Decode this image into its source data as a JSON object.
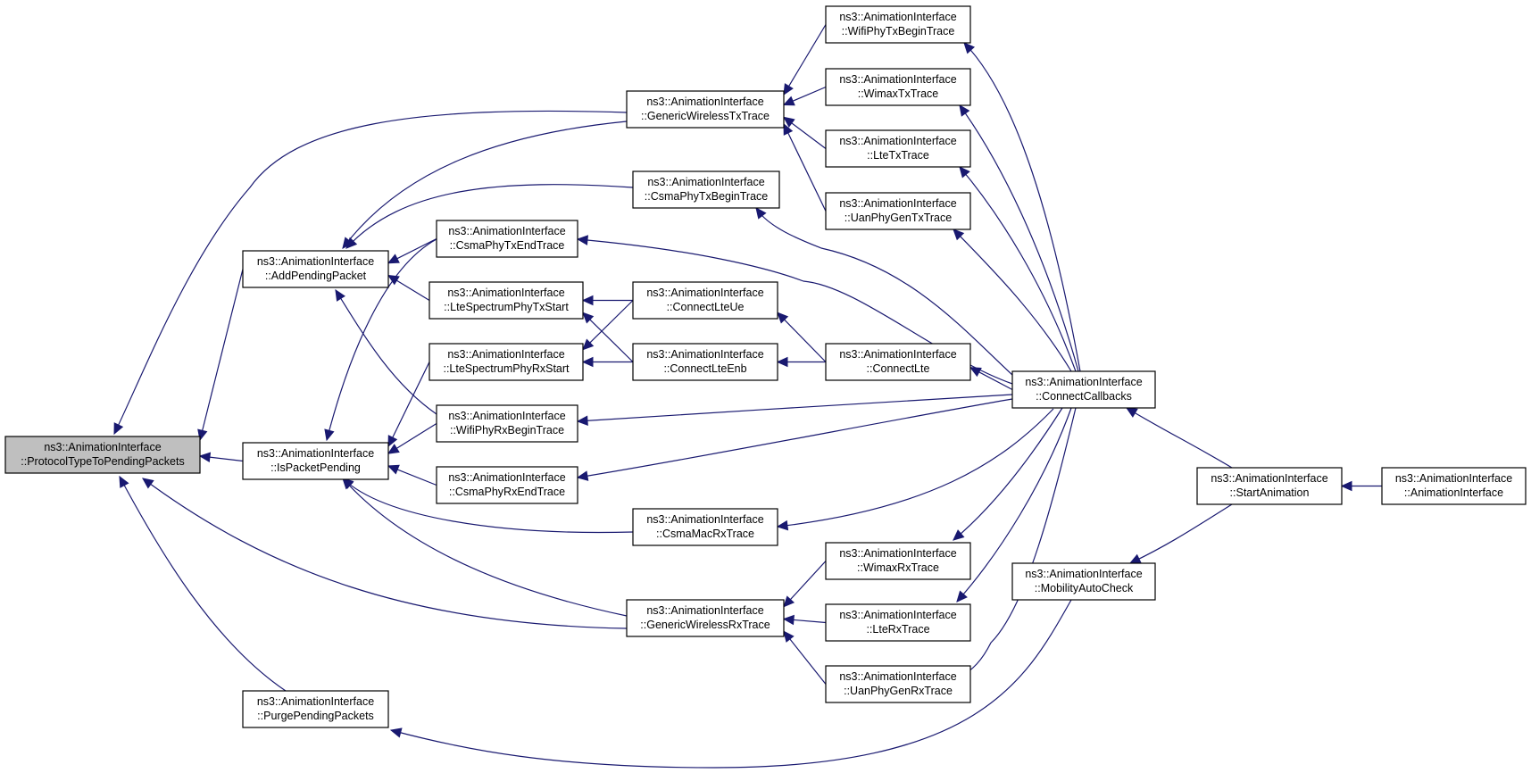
{
  "graph": {
    "edge_color": "#191970",
    "root_fill": "#bfbfbf",
    "nodes": [
      {
        "id": "ProtocolTypeToPendingPackets",
        "line1": "ns3::AnimationInterface",
        "line2": "::ProtocolTypeToPendingPackets",
        "root": true
      },
      {
        "id": "AddPendingPacket",
        "line1": "ns3::AnimationInterface",
        "line2": "::AddPendingPacket"
      },
      {
        "id": "IsPacketPending",
        "line1": "ns3::AnimationInterface",
        "line2": "::IsPacketPending"
      },
      {
        "id": "PurgePendingPackets",
        "line1": "ns3::AnimationInterface",
        "line2": "::PurgePendingPackets"
      },
      {
        "id": "CsmaPhyTxEndTrace",
        "line1": "ns3::AnimationInterface",
        "line2": "::CsmaPhyTxEndTrace"
      },
      {
        "id": "LteSpectrumPhyTxStart",
        "line1": "ns3::AnimationInterface",
        "line2": "::LteSpectrumPhyTxStart"
      },
      {
        "id": "LteSpectrumPhyRxStart",
        "line1": "ns3::AnimationInterface",
        "line2": "::LteSpectrumPhyRxStart"
      },
      {
        "id": "WifiPhyRxBeginTrace",
        "line1": "ns3::AnimationInterface",
        "line2": "::WifiPhyRxBeginTrace"
      },
      {
        "id": "CsmaPhyRxEndTrace",
        "line1": "ns3::AnimationInterface",
        "line2": "::CsmaPhyRxEndTrace"
      },
      {
        "id": "GenericWirelessTxTrace",
        "line1": "ns3::AnimationInterface",
        "line2": "::GenericWirelessTxTrace"
      },
      {
        "id": "CsmaPhyTxBeginTrace",
        "line1": "ns3::AnimationInterface",
        "line2": "::CsmaPhyTxBeginTrace"
      },
      {
        "id": "ConnectLteUe",
        "line1": "ns3::AnimationInterface",
        "line2": "::ConnectLteUe"
      },
      {
        "id": "ConnectLteEnb",
        "line1": "ns3::AnimationInterface",
        "line2": "::ConnectLteEnb"
      },
      {
        "id": "CsmaMacRxTrace",
        "line1": "ns3::AnimationInterface",
        "line2": "::CsmaMacRxTrace"
      },
      {
        "id": "GenericWirelessRxTrace",
        "line1": "ns3::AnimationInterface",
        "line2": "::GenericWirelessRxTrace"
      },
      {
        "id": "WifiPhyTxBeginTrace",
        "line1": "ns3::AnimationInterface",
        "line2": "::WifiPhyTxBeginTrace"
      },
      {
        "id": "WimaxTxTrace",
        "line1": "ns3::AnimationInterface",
        "line2": "::WimaxTxTrace"
      },
      {
        "id": "LteTxTrace",
        "line1": "ns3::AnimationInterface",
        "line2": "::LteTxTrace"
      },
      {
        "id": "UanPhyGenTxTrace",
        "line1": "ns3::AnimationInterface",
        "line2": "::UanPhyGenTxTrace"
      },
      {
        "id": "ConnectLte",
        "line1": "ns3::AnimationInterface",
        "line2": "::ConnectLte"
      },
      {
        "id": "WimaxRxTrace",
        "line1": "ns3::AnimationInterface",
        "line2": "::WimaxRxTrace"
      },
      {
        "id": "LteRxTrace",
        "line1": "ns3::AnimationInterface",
        "line2": "::LteRxTrace"
      },
      {
        "id": "UanPhyGenRxTrace",
        "line1": "ns3::AnimationInterface",
        "line2": "::UanPhyGenRxTrace"
      },
      {
        "id": "ConnectCallbacks",
        "line1": "ns3::AnimationInterface",
        "line2": "::ConnectCallbacks"
      },
      {
        "id": "MobilityAutoCheck",
        "line1": "ns3::AnimationInterface",
        "line2": "::MobilityAutoCheck"
      },
      {
        "id": "StartAnimation",
        "line1": "ns3::AnimationInterface",
        "line2": "::StartAnimation"
      },
      {
        "id": "AnimationInterface",
        "line1": "ns3::AnimationInterface",
        "line2": "::AnimationInterface"
      }
    ],
    "edges": [
      {
        "from": "AddPendingPacket",
        "to": "ProtocolTypeToPendingPackets"
      },
      {
        "from": "IsPacketPending",
        "to": "ProtocolTypeToPendingPackets"
      },
      {
        "from": "PurgePendingPackets",
        "to": "ProtocolTypeToPendingPackets"
      },
      {
        "from": "GenericWirelessTxTrace",
        "to": "ProtocolTypeToPendingPackets"
      },
      {
        "from": "GenericWirelessRxTrace",
        "to": "ProtocolTypeToPendingPackets"
      },
      {
        "from": "CsmaPhyTxEndTrace",
        "to": "AddPendingPacket"
      },
      {
        "from": "LteSpectrumPhyTxStart",
        "to": "AddPendingPacket"
      },
      {
        "from": "WifiPhyRxBeginTrace",
        "to": "AddPendingPacket"
      },
      {
        "from": "GenericWirelessTxTrace",
        "to": "AddPendingPacket"
      },
      {
        "from": "CsmaPhyTxBeginTrace",
        "to": "AddPendingPacket"
      },
      {
        "from": "CsmaPhyTxEndTrace",
        "to": "IsPacketPending"
      },
      {
        "from": "LteSpectrumPhyRxStart",
        "to": "IsPacketPending"
      },
      {
        "from": "WifiPhyRxBeginTrace",
        "to": "IsPacketPending"
      },
      {
        "from": "CsmaPhyRxEndTrace",
        "to": "IsPacketPending"
      },
      {
        "from": "CsmaMacRxTrace",
        "to": "IsPacketPending"
      },
      {
        "from": "GenericWirelessRxTrace",
        "to": "IsPacketPending"
      },
      {
        "from": "MobilityAutoCheck",
        "to": "PurgePendingPackets"
      },
      {
        "from": "ConnectLteUe",
        "to": "LteSpectrumPhyTxStart"
      },
      {
        "from": "ConnectLteEnb",
        "to": "LteSpectrumPhyTxStart"
      },
      {
        "from": "ConnectLteUe",
        "to": "LteSpectrumPhyRxStart"
      },
      {
        "from": "ConnectLteEnb",
        "to": "LteSpectrumPhyRxStart"
      },
      {
        "from": "WifiPhyTxBeginTrace",
        "to": "GenericWirelessTxTrace"
      },
      {
        "from": "WimaxTxTrace",
        "to": "GenericWirelessTxTrace"
      },
      {
        "from": "LteTxTrace",
        "to": "GenericWirelessTxTrace"
      },
      {
        "from": "UanPhyGenTxTrace",
        "to": "GenericWirelessTxTrace"
      },
      {
        "from": "WimaxRxTrace",
        "to": "GenericWirelessRxTrace"
      },
      {
        "from": "LteRxTrace",
        "to": "GenericWirelessRxTrace"
      },
      {
        "from": "UanPhyGenRxTrace",
        "to": "GenericWirelessRxTrace"
      },
      {
        "from": "ConnectLte",
        "to": "ConnectLteUe"
      },
      {
        "from": "ConnectLte",
        "to": "ConnectLteEnb"
      },
      {
        "from": "ConnectCallbacks",
        "to": "ConnectLte"
      },
      {
        "from": "ConnectCallbacks",
        "to": "CsmaPhyTxEndTrace"
      },
      {
        "from": "ConnectCallbacks",
        "to": "CsmaPhyTxBeginTrace"
      },
      {
        "from": "ConnectCallbacks",
        "to": "WifiPhyRxBeginTrace"
      },
      {
        "from": "ConnectCallbacks",
        "to": "CsmaPhyRxEndTrace"
      },
      {
        "from": "ConnectCallbacks",
        "to": "CsmaMacRxTrace"
      },
      {
        "from": "ConnectCallbacks",
        "to": "WifiPhyTxBeginTrace"
      },
      {
        "from": "ConnectCallbacks",
        "to": "WimaxTxTrace"
      },
      {
        "from": "ConnectCallbacks",
        "to": "LteTxTrace"
      },
      {
        "from": "ConnectCallbacks",
        "to": "UanPhyGenTxTrace"
      },
      {
        "from": "ConnectCallbacks",
        "to": "WimaxRxTrace"
      },
      {
        "from": "ConnectCallbacks",
        "to": "LteRxTrace"
      },
      {
        "from": "ConnectCallbacks",
        "to": "UanPhyGenRxTrace"
      },
      {
        "from": "StartAnimation",
        "to": "ConnectCallbacks"
      },
      {
        "from": "StartAnimation",
        "to": "MobilityAutoCheck"
      },
      {
        "from": "AnimationInterface",
        "to": "StartAnimation"
      }
    ]
  }
}
